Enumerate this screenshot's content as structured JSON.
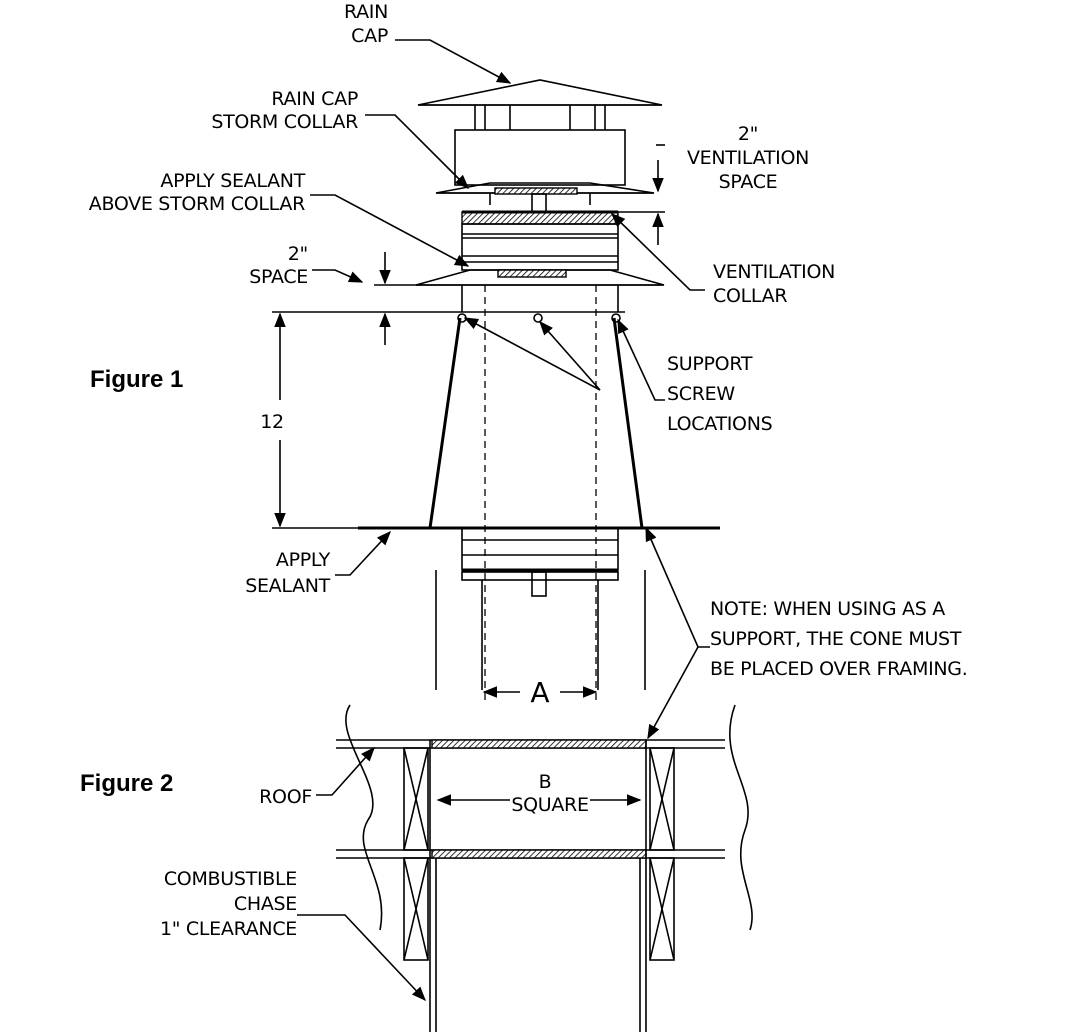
{
  "figures": {
    "fig1": "Figure 1",
    "fig2": "Figure 2"
  },
  "labels": {
    "rain_cap_1": "RAIN",
    "rain_cap_2": "CAP",
    "storm_collar_1": "RAIN CAP",
    "storm_collar_2": "STORM COLLAR",
    "sealant_above_1": "APPLY SEALANT",
    "sealant_above_2": "ABOVE STORM COLLAR",
    "space_1": "2\"",
    "space_2": "SPACE",
    "vent_space_1": "2\"",
    "vent_space_2": "VENTILATION",
    "vent_space_3": "SPACE",
    "vent_collar_1": "VENTILATION",
    "vent_collar_2": "COLLAR",
    "support_1": "SUPPORT",
    "support_2": "SCREW",
    "support_3": "LOCATIONS",
    "dim_12": "12",
    "apply_sealant_1": "APPLY",
    "apply_sealant_2": "SEALANT",
    "note_1": "NOTE: WHEN USING AS A",
    "note_2": "SUPPORT, THE CONE MUST",
    "note_3": "BE PLACED OVER FRAMING.",
    "dim_a": "A",
    "roof": "ROOF",
    "dim_b_1": "B",
    "dim_b_2": "SQUARE",
    "chase_1": "COMBUSTIBLE",
    "chase_2": "CHASE",
    "chase_3": "1\" CLEARANCE"
  }
}
